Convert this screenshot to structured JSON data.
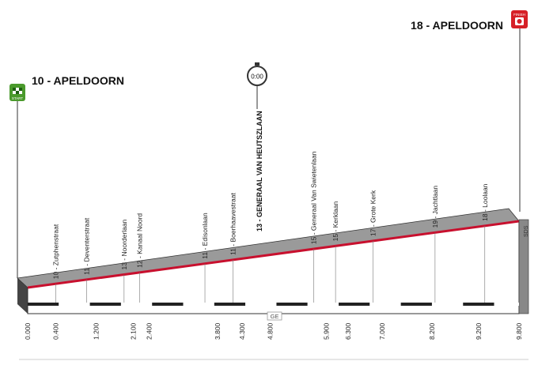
{
  "start": {
    "label": "10 - APELDOORN",
    "badge": "START"
  },
  "finish": {
    "label": "18 - APELDOORN",
    "badge": "FINISH"
  },
  "checkpoint": {
    "time": "0:00",
    "label": "13 - GENERAAL VAN HEUTSZLAAN"
  },
  "side_marker": "SDS",
  "bottom_marker": "GE",
  "places": [
    {
      "label": "10 - Zutphenstraat",
      "km": 0.9
    },
    {
      "label": "11 - Deventerstraat",
      "km": 1.9
    },
    {
      "label": "13 - Noorderlaan",
      "km": 3.1
    },
    {
      "label": "12 - Kanaal Noord",
      "km": 3.6
    },
    {
      "label": "11 - Edisonlaan",
      "km": 5.7
    },
    {
      "label": "11 - Boerhaavestraat",
      "km": 6.6
    },
    {
      "label": "15 - Generaal Van Swietenlaan",
      "km": 9.2
    },
    {
      "label": "15 - Kerklaan",
      "km": 9.9
    },
    {
      "label": "17 - Grote Kerk",
      "km": 11.1
    },
    {
      "label": "19 - Jachtlaan",
      "km": 13.1
    },
    {
      "label": "18 - Loolaan",
      "km": 14.7
    }
  ],
  "km_ticks": [
    {
      "text": "0.000",
      "km": 0.0
    },
    {
      "text": "0.400",
      "km": 0.9
    },
    {
      "text": "1.200",
      "km": 2.2
    },
    {
      "text": "2.100",
      "km": 3.4
    },
    {
      "text": "2.400",
      "km": 3.9
    },
    {
      "text": "3.800",
      "km": 6.1
    },
    {
      "text": "4.300",
      "km": 6.9
    },
    {
      "text": "4.800",
      "km": 7.8
    },
    {
      "text": "5.900",
      "km": 9.6
    },
    {
      "text": "6.300",
      "km": 10.3
    },
    {
      "text": "7.000",
      "km": 11.4
    },
    {
      "text": "8.200",
      "km": 13.0
    },
    {
      "text": "9.200",
      "km": 14.5
    },
    {
      "text": "9.800",
      "km": 15.8
    }
  ],
  "colors": {
    "road": "#c8102e",
    "profile_side": "#9a9a9a",
    "start_badge": "#4a9a2c",
    "finish_badge": "#d62027"
  }
}
